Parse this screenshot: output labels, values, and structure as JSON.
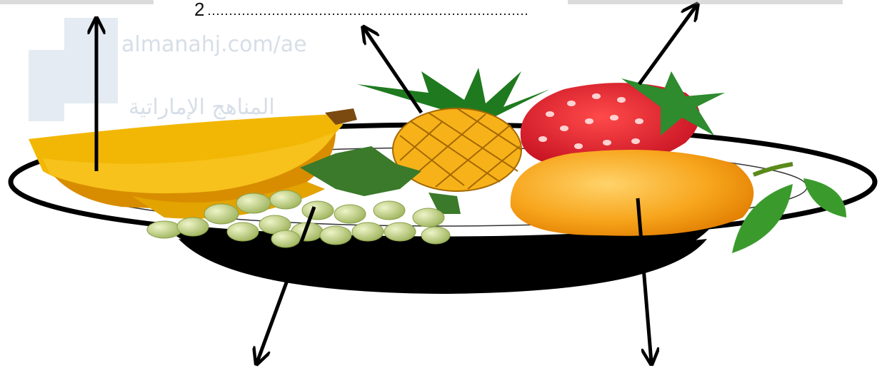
{
  "labels": {
    "blank_2_number": "2",
    "blank_2_dots": "…………………………………………"
  },
  "watermark": {
    "url_text": "almanahj.com/ae",
    "arabic_text": "المناهج الإماراتية"
  },
  "items": [
    {
      "name": "banana",
      "arrow_direction": "up"
    },
    {
      "name": "pineapple",
      "arrow_direction": "up"
    },
    {
      "name": "strawberry",
      "arrow_direction": "up"
    },
    {
      "name": "grapes",
      "arrow_direction": "down"
    },
    {
      "name": "mango",
      "arrow_direction": "down"
    }
  ],
  "colors": {
    "banana": "#f2b705",
    "banana_shade": "#d88d00",
    "pineapple": "#f7b21a",
    "pineapple_leaf": "#1f7a1f",
    "strawberry": "#d9182b",
    "grapes": "#b9cf7a",
    "mango": "#f7a51c",
    "leaf": "#3a9b2c",
    "bowl": "#000000",
    "watermark": "#c9d3e0"
  }
}
